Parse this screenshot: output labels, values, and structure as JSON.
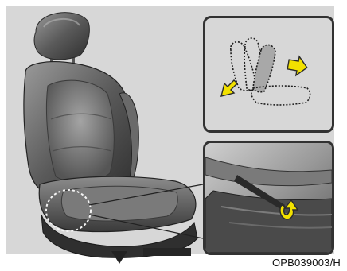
{
  "figure": {
    "code": "OPB039003/H",
    "colors": {
      "background": "#d7d7d7",
      "seat_dark": "#3c3c3c",
      "seat_light": "#8a8a8a",
      "frame": "#323232",
      "arrow": "#f2e100",
      "arrow_outline": "#2a2a2a",
      "dotted": "#1e1e1e"
    },
    "icons": [
      "car-seat-illustration",
      "seat-back-motion-icon",
      "recline-arrow-icon",
      "seat-lever-closeup",
      "lever-direction-icon"
    ]
  }
}
